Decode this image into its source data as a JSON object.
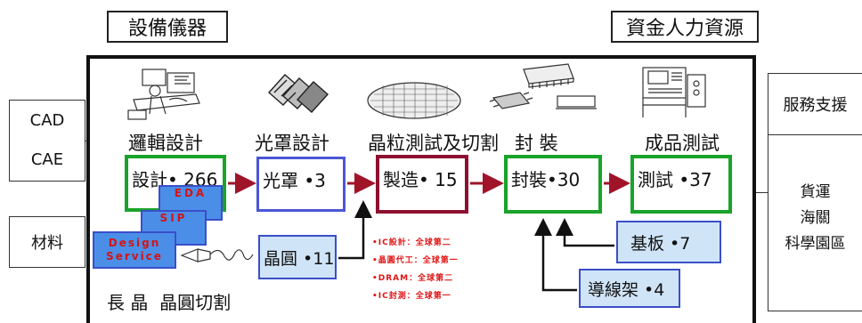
{
  "header": {
    "left_label": "設備儀器",
    "right_label": "資金人力資源"
  },
  "left_sidebar": {
    "cad": "CAD",
    "cae": "CAE",
    "materials": "材料"
  },
  "right_sidebar": {
    "service_support": "服務支援",
    "freight": "貨運",
    "customs": "海關",
    "science_park": "科學園區"
  },
  "stages": {
    "logic_design": "邏輯設計",
    "mask_design": "光罩設計",
    "wafer_probe": "晶粒測試及切割",
    "packaging": "封 裝",
    "final_test": "成品測試"
  },
  "process": {
    "design": "設計• 266",
    "mask": "光罩 •3",
    "manufacture": "製造• 15",
    "package": "封裝•30",
    "test": "測試 •37",
    "wafer": "晶圓 •11",
    "substrate": "基板 •7",
    "leadframe": "導線架 •4"
  },
  "design_support": {
    "eda": "EDA",
    "sip": "SIP",
    "design_service_line1": "Design",
    "design_service_line2": "Service"
  },
  "rankings": [
    "•IC設計：全球第二",
    "•晶圓代工：全球第一",
    "•DRAM：全球第二",
    "•IC封測：全球第一"
  ],
  "bottom_text": "長 晶  晶圓切割",
  "colors": {
    "green": "#1aa32a",
    "blue": "#4a56d6",
    "maroon": "#8c1030",
    "arrow": "#a0142a",
    "light_blue_fill": "#cfe4f7",
    "mini_box_fill": "#4b8ee8",
    "ranking_red": "#e01515"
  }
}
